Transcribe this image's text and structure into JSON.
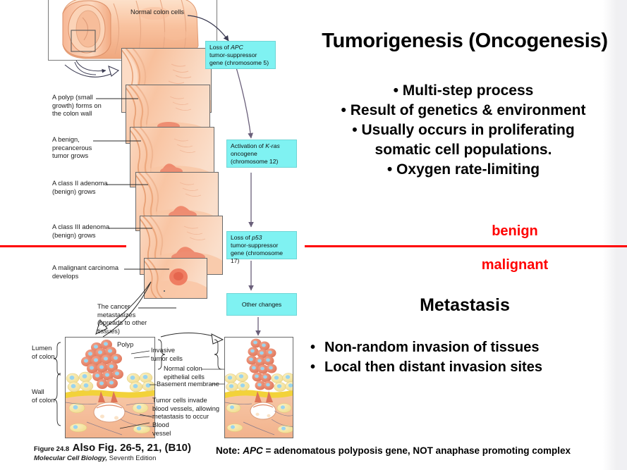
{
  "slide": {
    "sections": {
      "tumorigenesis_title": "Tumorigenesis (Oncogenesis)",
      "metastasis_title": "Metastasis"
    },
    "tumorigenesis_bullets": [
      "• Multi-step process",
      "• Result of genetics & environment",
      "• Usually occurs in proliferating",
      "somatic cell populations.",
      "• Oxygen rate-limiting"
    ],
    "metastasis_bullets": [
      "Non-random invasion of tissues",
      "Local then distant invasion sites"
    ],
    "bullet_glyph": "•",
    "stage_labels": {
      "benign": "benign",
      "malignant": "malignant"
    },
    "note": {
      "prefix": "Note: ",
      "italic_term": "APC",
      "rest": " = adenomatous polyposis gene, NOT anaphase promoting complex"
    },
    "caption": {
      "figure_number": "Figure 24.8",
      "also_figure": "Also Fig. 26-5, 21,  (B10)",
      "book_italic": "Molecular Cell Biology,",
      "book_rest": " Seventh Edition"
    },
    "colors": {
      "accent_red": "#ff0000",
      "gene_box_fill": "#7ff2f2",
      "gene_box_border": "#6fd6d6",
      "tissue_light": "#fbcfae",
      "tissue_mid": "#f6b48c",
      "tumor_cell": "#e8866a",
      "epithelial_cell": "#f7e6a0",
      "nucleus": "#9ad4ee",
      "basement_membrane": "#f2d23a",
      "text": "#000000"
    }
  },
  "diagram": {
    "gene_boxes": [
      {
        "id": "apc",
        "line1_pre": "Loss of ",
        "line1_italic": "APC",
        "line2": "tumor-suppressor",
        "line3": "gene (chromosome 5)"
      },
      {
        "id": "kras",
        "line1_pre": "Activation of ",
        "line1_italic": "K-ras",
        "line2": "oncogene",
        "line3": "(chromosome 12)"
      },
      {
        "id": "p53",
        "line1_pre": "Loss of ",
        "line1_italic": "p53",
        "line2": "tumor-suppressor",
        "line3": "gene (chromosome 17)"
      },
      {
        "id": "other",
        "label": "Other changes"
      }
    ],
    "stage_labels": [
      "Normal colon cells",
      "A polyp (small growth) forms on the colon wall",
      "A benign, precancerous tumor grows",
      "A class II adenoma (benign) grows",
      "A class III adenoma (benign) grows",
      "A malignant carcinoma develops",
      "The cancer metastasizes (spreads to other tissues)"
    ],
    "stage_label_lines": {
      "normal_colon_cells": [
        "Normal colon cells"
      ],
      "polyp": [
        "A polyp (small",
        "growth) forms on",
        "the colon wall"
      ],
      "benign_tumor": [
        "A benign,",
        "precancerous",
        "tumor grows"
      ],
      "class2": [
        "A class II adenoma",
        "(benign) grows"
      ],
      "class3": [
        "A class III adenoma",
        "(benign) grows"
      ],
      "carcinoma": [
        "A malignant carcinoma",
        "develops"
      ],
      "metastasizes": [
        "The cancer",
        "metastasizes",
        "(spreads to other",
        "tissues)"
      ]
    },
    "detail_labels": {
      "lumen": [
        "Lumen",
        "of colon"
      ],
      "wall": [
        "Wall",
        "of colon"
      ],
      "polyp": [
        "Polyp"
      ],
      "invasive": [
        "Invasive",
        "tumor cells"
      ],
      "normal_epithelial": [
        "Normal colon",
        "epithelial cells"
      ],
      "basement": [
        "Basement membrane"
      ],
      "invade_vessels": [
        "Tumor cells invade",
        "blood vessels, allowing",
        "metastasis to occur"
      ],
      "blood_vessel": [
        "Blood",
        "vessel"
      ]
    }
  }
}
